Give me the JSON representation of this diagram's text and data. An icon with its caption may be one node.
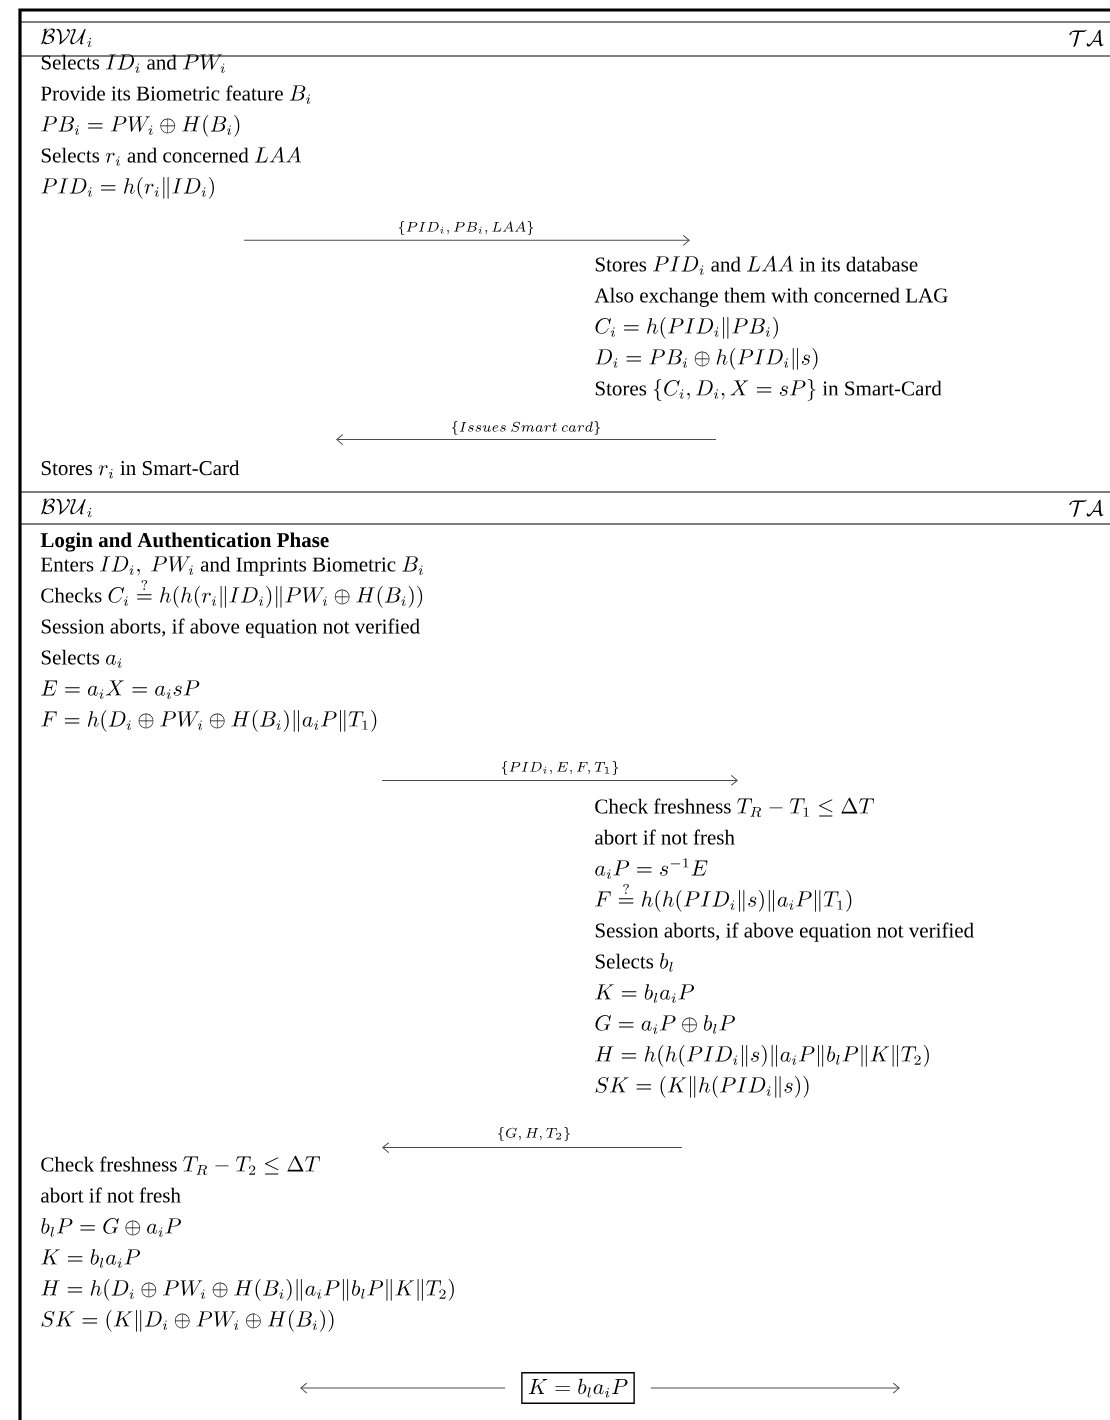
{
  "diagram": {
    "nodes": [
      {
        "text": [
          "\\text{Selects } ID_i \\text{ and } PW_i",
          "\\text{Provide its Biometric feature } B_i",
          "PB_i = PW_i \\oplus H(B_i)",
          "\\text{Selects } r_i \\text{ and concerned } LAA",
          "PID_i = h(r_i \\| ID_i)"
        ]
      },
      {
        "text": [
          "\\text{Stores } PID_i \\text{ and } LAA \\text{ in its database}",
          "Also exchange them with concerned LAG",
          "C_i = h(PID_i \\| PB_i)",
          "D_i = PB_i \\oplus h(PID_i \\| s)",
          "\\text{Stores } \\{C_i, D_i, X = sP\\} \\text{ in Smart-Card}"
        ]
      },
      {
        "text": [
          "\\text{Stores } r_i \\text{ in Smart-Card}"
        ]
      },
      {
        "text": [
          "\\text{Enters } ID_i,\\ PW_i \\text{ and Imprints Biometric } B_i",
          "\\text{Checks } C_i \\stackrel{?}{=} h(h(r_i \\| ID_i) \\| PW_i \\oplus H(B_i))",
          "Session aborts, if above equation not verified",
          "\\text{Selects } a_i",
          "E = a_i X = a_i sP",
          "F = h(D_i \\oplus PW_i \\oplus H(B_i) \\| a_i P \\| T_1)"
        ]
      },
      {
        "text": [
          "\\text{Check freshness } T_R - T_1 \\leq \\Delta T",
          "abort if not fresh",
          "a_i P = s^{-1} E",
          "F \\stackrel{?}{=} h(h(PID_i \\| s) \\| a_i P \\| T_1)",
          "Session aborts, if above equation not verified",
          "\\text{Selects } b_l",
          "K = b_l a_i P",
          "G = a_i P \\oplus b_l P",
          "H = h(h(PID_i \\| s) \\| a_i P \\| b_l P \\| K \\| T_2)",
          "SK = (K \\| h(PID_i \\| s))"
        ]
      },
      {
        "text": [
          "\\text{Check freshness } T_R - T_2 \\leq \\Delta T",
          "abort if not fresh",
          "b_l P = G \\oplus a_i P",
          "K = b_l a_i P",
          "H = h(D_i \\oplus PW_i \\oplus H(B_i) \\| a_i P \\| b_l P \\| K \\| T_2)",
          "SK = (K \\| D_i \\oplus PW_i \\oplus H(B_i))"
        ]
      },
      {
        "text": [
          "K = b_l a_i P"
        ]
      }
    ],
    "edges": [
      {
        "from": 0,
        "to": 1,
        "arrow": "to",
        "label": "\\{PID_i, PB_i, LAA\\}"
      },
      {
        "from": 1,
        "to": 2,
        "arrow": "to",
        "label": "\\{Issues\\ Smart\\ card\\}"
      },
      {
        "from": 3,
        "to": 4,
        "arrow": "to",
        "label": "\\{PID_i, E, F, T_1\\}"
      },
      {
        "from": 4,
        "to": 5,
        "arrow": "to",
        "label": "\\{G, H, T_2\\}"
      },
      {
        "from": 6,
        "to": null,
        "arrow": "to"
      },
      {
        "from": 6,
        "to": null,
        "arrow": "to"
      }
    ],
    "labels": [
      "\\mathcal{BVU}_i",
      "\\mathcal{TA}",
      "\\mathcal{BVU}_i",
      "\\mathcal{TA}",
      "Login and Authentication Phase"
    ]
  }
}
